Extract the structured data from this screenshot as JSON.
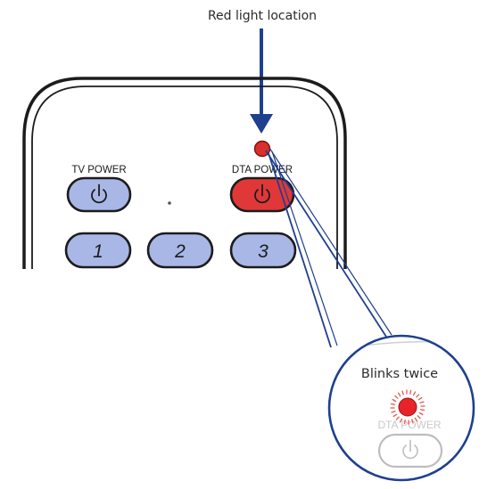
{
  "callout": {
    "label": "Red light location"
  },
  "remote": {
    "tv_power_label": "TV POWER",
    "dta_power_label": "DTA POWER",
    "number_buttons": [
      "1",
      "2",
      "3"
    ],
    "button_color": "#a9b7e6",
    "dta_button_color": "#e03838",
    "indicator_color": "#d9302b",
    "outline_color": "#1c1c1c"
  },
  "zoom": {
    "blink_label": "Blinks twice",
    "dta_power_label": "DTA POWER",
    "connector_color": "#1f3f8f"
  },
  "arrow_color": "#1f3f8f"
}
